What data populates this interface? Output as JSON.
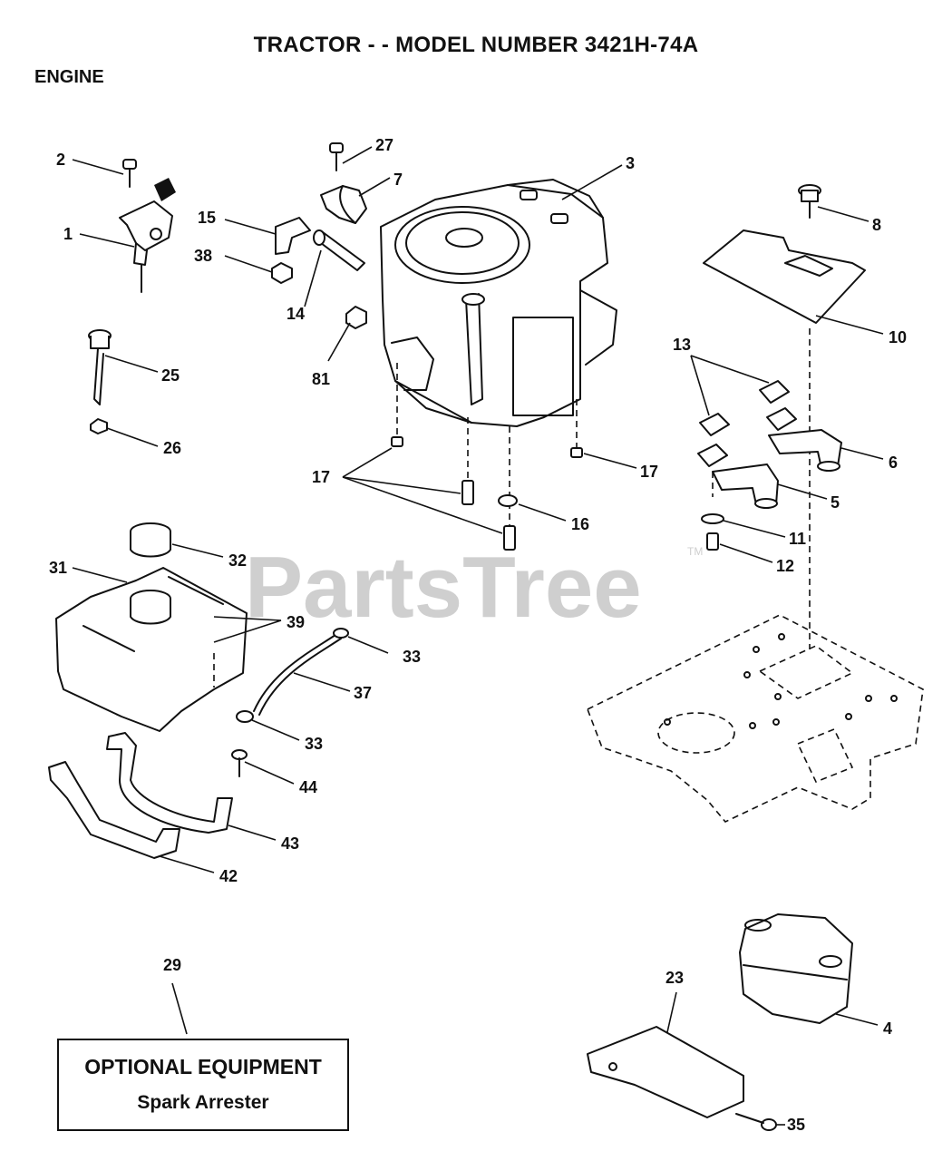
{
  "page": {
    "title": "TRACTOR - - MODEL NUMBER 3421H-74A",
    "section": "ENGINE"
  },
  "watermark": {
    "text": "PartsTree",
    "trademark": "TM"
  },
  "callouts": {
    "c1": "1",
    "c2": "2",
    "c3": "3",
    "c4": "4",
    "c5": "5",
    "c6": "6",
    "c7": "7",
    "c8": "8",
    "c10": "10",
    "c11": "11",
    "c12": "12",
    "c13": "13",
    "c14": "14",
    "c15": "15",
    "c16": "16",
    "c17a": "17",
    "c17b": "17",
    "c23": "23",
    "c25": "25",
    "c26": "26",
    "c27": "27",
    "c29": "29",
    "c31": "31",
    "c32": "32",
    "c33a": "33",
    "c33b": "33",
    "c35": "35",
    "c37": "37",
    "c38": "38",
    "c39": "39",
    "c42": "42",
    "c43": "43",
    "c44": "44",
    "c81": "81"
  },
  "optional_box": {
    "title": "OPTIONAL EQUIPMENT",
    "item": "Spark Arrester"
  }
}
